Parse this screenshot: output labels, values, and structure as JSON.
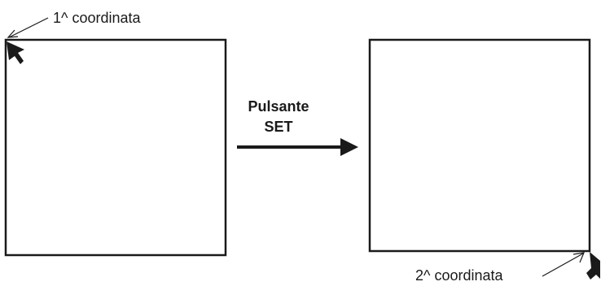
{
  "diagram": {
    "first_coordinate_label": "1^ coordinata",
    "second_coordinate_label": "2^ coordinata",
    "button_label_line1": "Pulsante",
    "button_label_line2": "SET",
    "colors": {
      "ink": "#1a1a1a",
      "background": "#ffffff"
    },
    "icons": {
      "first_cursor": "cursor-arrow-icon",
      "second_cursor": "cursor-arrow-icon",
      "transition_arrow": "right-arrow-icon"
    }
  }
}
